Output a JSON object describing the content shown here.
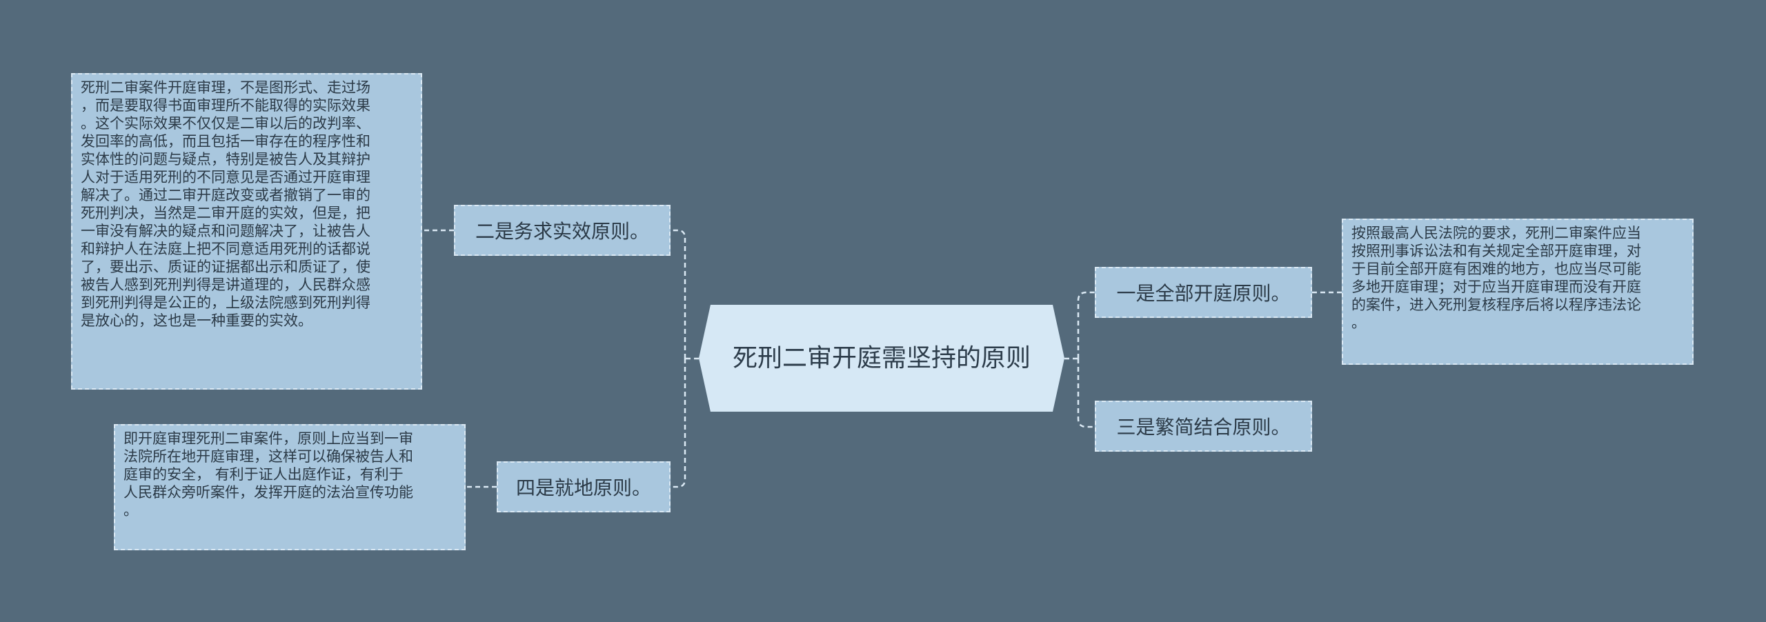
{
  "title": "死刑二审开庭需坚持的原则",
  "branches": {
    "b1": {
      "label": "一是全部开庭原则。"
    },
    "b2": {
      "label": "二是务求实效原则。"
    },
    "b3": {
      "label": "三是繁简结合原则。"
    },
    "b4": {
      "label": "四是就地原则。"
    }
  },
  "details": {
    "d1": "按照最高人民法院的要求，死刑二审案件应当\n按照刑事诉讼法和有关规定全部开庭审理，对\n于目前全部开庭有困难的地方，也应当尽可能\n多地开庭审理；对于应当开庭审理而没有开庭\n的案件，进入死刑复核程序后将以程序违法论\n。",
    "d2": "死刑二审案件开庭审理，不是图形式、走过场\n，而是要取得书面审理所不能取得的实际效果\n。这个实际效果不仅仅是二审以后的改判率、\n发回率的高低，而且包括一审存在的程序性和\n实体性的问题与疑点，特别是被告人及其辩护\n人对于适用死刑的不同意见是否通过开庭审理\n解决了。通过二审开庭改变或者撤销了一审的\n死刑判决，当然是二审开庭的实效，但是，把\n一审没有解决的疑点和问题解决了，让被告人\n和辩护人在法庭上把不同意适用死刑的话都说\n了，要出示、质证的证据都出示和质证了，使\n被告人感到死刑判得是讲道理的，人民群众感\n到死刑判得是公正的，上级法院感到死刑判得\n是放心的，这也是一种重要的实效。",
    "d4": "即开庭审理死刑二审案件，原则上应当到一审\n法院所在地开庭审理，这样可以确保被告人和\n庭审的安全，  有利于证人出庭作证，有利于\n人民群众旁听案件，发挥开庭的法治宣传功能\n。"
  },
  "colors": {
    "background": "#546a7b",
    "central_fill": "#d6e8f5",
    "node_fill": "#a9c7de",
    "node_border": "#dbe9f4",
    "connector": "#dbe9f4"
  }
}
